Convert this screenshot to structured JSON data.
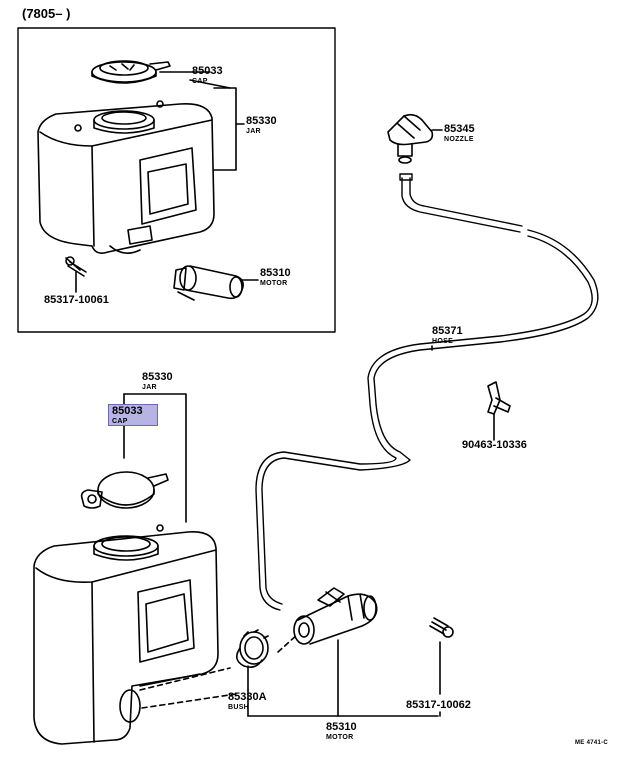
{
  "inset": {
    "date_range": "(7805–      )"
  },
  "labels": {
    "cap_inset_num": "85033",
    "cap_inset_name": "CAP",
    "jar_inset_num": "85330",
    "jar_inset_name": "JAR",
    "motor_inset_num": "85310",
    "motor_inset_name": "MOTOR",
    "screw_inset": "85317-10061",
    "nozzle_num": "85345",
    "nozzle_name": "NOZZLE",
    "hose_num": "85371",
    "hose_name": "HOSE",
    "clamp_num": "90463-10336",
    "jar_num": "85330",
    "jar_name": "JAR",
    "cap_num": "85033",
    "cap_name": "CAP",
    "bush_num": "85330A",
    "bush_name": "BUSH",
    "motor_num": "85310",
    "motor_name": "MOTOR",
    "screw_num": "85317-10062",
    "figure_code": "ME 4741-C"
  },
  "highlight": {
    "part": "85033",
    "color": "#b7b3e3"
  }
}
